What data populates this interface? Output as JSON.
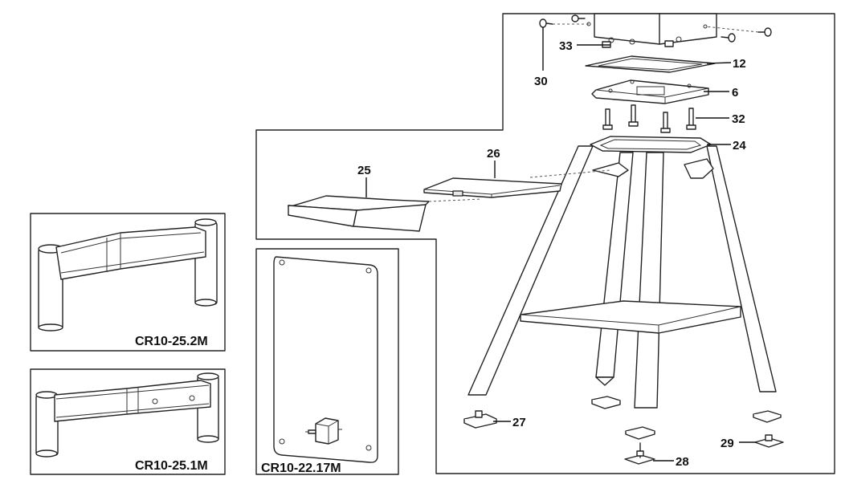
{
  "callouts": {
    "c30": "30",
    "c33": "33",
    "c12": "12",
    "c6": "6",
    "c32": "32",
    "c24": "24",
    "c26": "26",
    "c25": "25",
    "c27": "27",
    "c28": "28",
    "c29": "29"
  },
  "insets": {
    "cr10_25_2m": "CR10-25.2M",
    "cr10_25_1m": "CR10-25.1M",
    "cr10_22_17m": "CR10-22.17M"
  }
}
